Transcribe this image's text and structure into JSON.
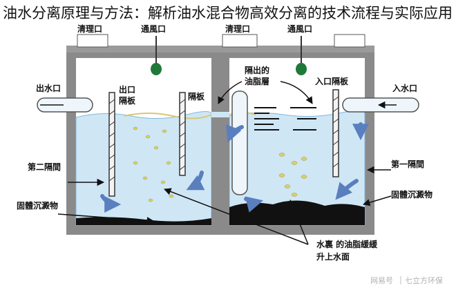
{
  "headline": "油水分离原理与方法：解析油水混合物高效分离的技术流程与实际应用",
  "labels": {
    "vent_left": "通風口",
    "vent_right": "通風口",
    "cleanout_left": "清理口",
    "cleanout_right": "清理口",
    "outlet": "出水口",
    "inlet": "入水口",
    "outlet_baffle_line1": "出口",
    "outlet_baffle_line2": "隔板",
    "baffle": "隔板",
    "separated_grease_line1": "隔出的",
    "separated_grease_line2": "油脂層",
    "inlet_baffle": "入口隔板",
    "second_compartment": "第二隔間",
    "first_compartment": "第一隔間",
    "solids_left": "固體沉澱物",
    "solids_right": "固體沉澱物",
    "grease_rising_line1": "水裏 的油脂緩緩",
    "grease_rising_line2": "升上水面"
  },
  "watermark": {
    "source": "网易号",
    "author": "七立方环保"
  },
  "colors": {
    "tank_wall": "#8a8a8a",
    "water": "#cfe6f5",
    "water_edge": "#7fb7dd",
    "grease_layer": "#e8dfa0",
    "sediment": "#111111",
    "arrow": "#5a7fbf",
    "vent_cap": "#1f7a3a",
    "droplet": "#d9cf6a"
  }
}
